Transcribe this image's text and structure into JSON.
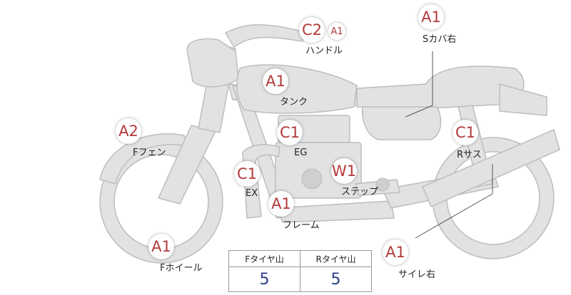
{
  "parts": [
    {
      "id": "handle",
      "label": "ハンドル",
      "grades": [
        "C2",
        "A1"
      ]
    },
    {
      "id": "s-cover-right",
      "label": "Sカバ右",
      "grades": [
        "A1"
      ]
    },
    {
      "id": "tank",
      "label": "タンク",
      "grades": [
        "A1"
      ]
    },
    {
      "id": "f-fender",
      "label": "Fフェン",
      "grades": [
        "A2"
      ]
    },
    {
      "id": "engine",
      "label": "EG",
      "grades": [
        "C1"
      ]
    },
    {
      "id": "r-suspension",
      "label": "Rサス",
      "grades": [
        "C1"
      ]
    },
    {
      "id": "exhaust",
      "label": "EX",
      "grades": [
        "C1"
      ]
    },
    {
      "id": "step",
      "label": "ステップ",
      "grades": [
        "W1"
      ]
    },
    {
      "id": "frame",
      "label": "フレーム",
      "grades": [
        "A1"
      ]
    },
    {
      "id": "f-wheel",
      "label": "Fホイール",
      "grades": [
        "A1"
      ]
    },
    {
      "id": "silencer-right",
      "label": "サイレ右",
      "grades": [
        "A1"
      ]
    }
  ],
  "tire_table": {
    "headers": [
      "Fタイヤ山",
      "Rタイヤ山"
    ],
    "values": [
      "5",
      "5"
    ]
  }
}
